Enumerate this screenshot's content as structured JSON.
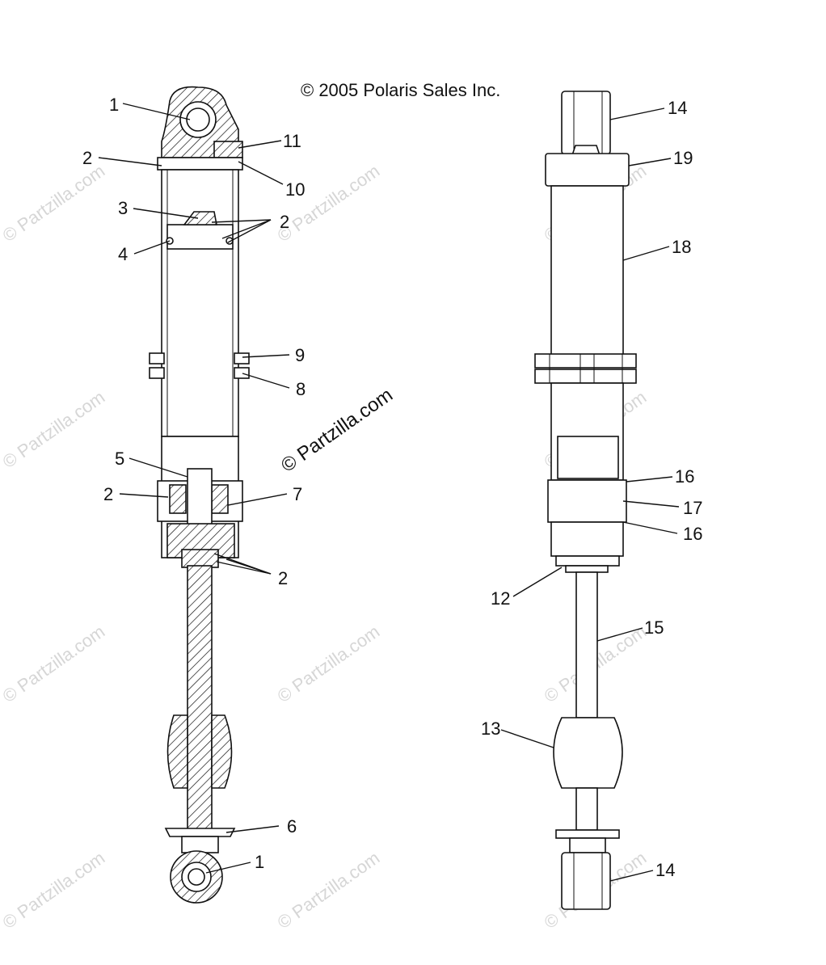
{
  "copyright": "© 2005 Polaris Sales Inc.",
  "watermark_center": "© Partzilla.com",
  "watermark_tile": "© Partzilla.com",
  "left_callouts": [
    "1",
    "2",
    "11",
    "10",
    "3",
    "2",
    "4",
    "9",
    "8",
    "5",
    "2",
    "7",
    "2",
    "6",
    "1"
  ],
  "right_callouts": [
    "14",
    "19",
    "18",
    "16",
    "17",
    "16",
    "12",
    "15",
    "13",
    "14"
  ]
}
